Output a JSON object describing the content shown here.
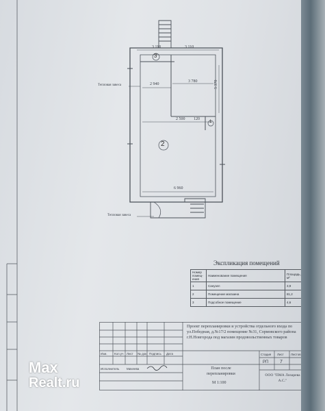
{
  "floorplan": {
    "dims": {
      "top_left": "3 110",
      "top_right": "3 110",
      "room2_width": "2 940",
      "room1_width": "3 780",
      "room1_height": "5 370",
      "partition_left": "2 500",
      "partition_right": "120",
      "bottom_width": "6 960"
    },
    "rooms": {
      "r1": "1",
      "r2": "2",
      "r3": "3"
    },
    "notes": {
      "upper": "Тепловая завеса",
      "lower": "Тепловая завеса"
    }
  },
  "explication": {
    "title": "Экспликация помещений",
    "headers": {
      "num": "Номер помещ-ения",
      "name": "Наименование помещения",
      "area": "Площадь, м²"
    },
    "rows": [
      {
        "num": "1",
        "name": "Санузел",
        "area": "3,9"
      },
      {
        "num": "2",
        "name": "Помещение магазина",
        "area": "81,2"
      },
      {
        "num": "3",
        "name": "Подсобное помещение",
        "area": "4,6"
      }
    ]
  },
  "title_block": {
    "project": "Проект перепланировки и устройства отдельного входа по ул.Победная, д.№17/2 помещение №31, Сормовского района г.Н.Новгорода под магазин продовольственных товаров",
    "col_labels": [
      "Изм.",
      "Кол.уч",
      "Лист",
      "№ док",
      "Подпись",
      "Дата"
    ],
    "stage_labels": [
      "Стадия",
      "Лист",
      "Листов"
    ],
    "stage_values": [
      "РП",
      "7",
      ""
    ],
    "role1": "Исполнитель",
    "name1": "Михеева",
    "plan_title": "План после перепланировки",
    "scale": "М 1:100",
    "company": "ООО \"ПМА Лизарева А.С.\""
  },
  "brand": {
    "line1": "Max",
    "line2": "Realt.ru"
  }
}
